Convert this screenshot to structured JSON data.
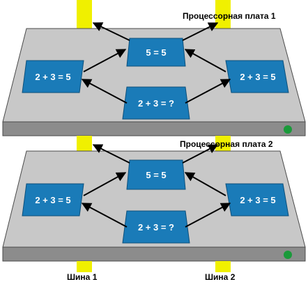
{
  "colors": {
    "background": "#ffffff",
    "board_top": "#c8c8c8",
    "board_front": "#8c8c8c",
    "board_outline": "#4a4a4a",
    "bus": "#f0f000",
    "box_fill": "#1a7bb8",
    "box_stroke": "#0d4f7a",
    "arrow": "#000000",
    "status_led": "#1a9a3a"
  },
  "boards": [
    {
      "title": "Процессорная плата 1",
      "boxes": {
        "left": "2 + 3 = 5",
        "top_center": "5 = 5",
        "right": "2 + 3 = 5",
        "bottom_center": "2 + 3 = ?"
      },
      "status_icon": "green-led-icon"
    },
    {
      "title": "Процессорная плата 2",
      "boxes": {
        "left": "2 + 3 = 5",
        "top_center": "5 = 5",
        "right": "2 + 3 = 5",
        "bottom_center": "2 + 3 = ?"
      },
      "status_icon": "green-led-icon"
    }
  ],
  "buses": [
    {
      "label": "Шина 1"
    },
    {
      "label": "Шина 2"
    }
  ]
}
